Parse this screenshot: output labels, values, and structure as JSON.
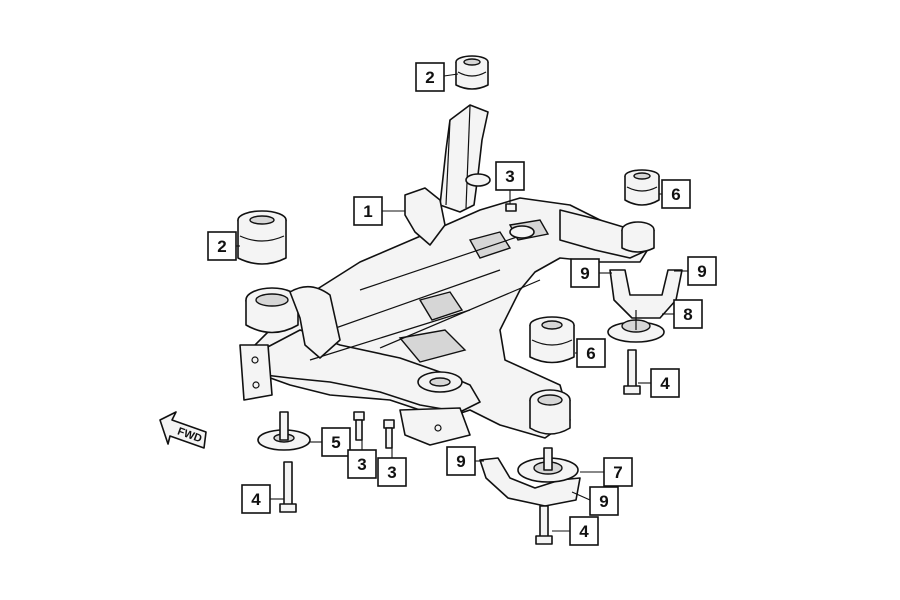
{
  "callouts": [
    {
      "id": "c2a",
      "label": "2"
    },
    {
      "id": "c2b",
      "label": "2"
    },
    {
      "id": "c1",
      "label": "1"
    },
    {
      "id": "c3a",
      "label": "3"
    },
    {
      "id": "c6a",
      "label": "6"
    },
    {
      "id": "c6b",
      "label": "6"
    },
    {
      "id": "c9a",
      "label": "9"
    },
    {
      "id": "c9b",
      "label": "9"
    },
    {
      "id": "c8",
      "label": "8"
    },
    {
      "id": "c4a",
      "label": "4"
    },
    {
      "id": "c5",
      "label": "5"
    },
    {
      "id": "c3b",
      "label": "3"
    },
    {
      "id": "c3c",
      "label": "3"
    },
    {
      "id": "c4b",
      "label": "4"
    },
    {
      "id": "c9c",
      "label": "9"
    },
    {
      "id": "c7",
      "label": "7"
    },
    {
      "id": "c9d",
      "label": "9"
    },
    {
      "id": "c4c",
      "label": "4"
    }
  ],
  "fwd_arrow": {
    "label": "FWD"
  }
}
